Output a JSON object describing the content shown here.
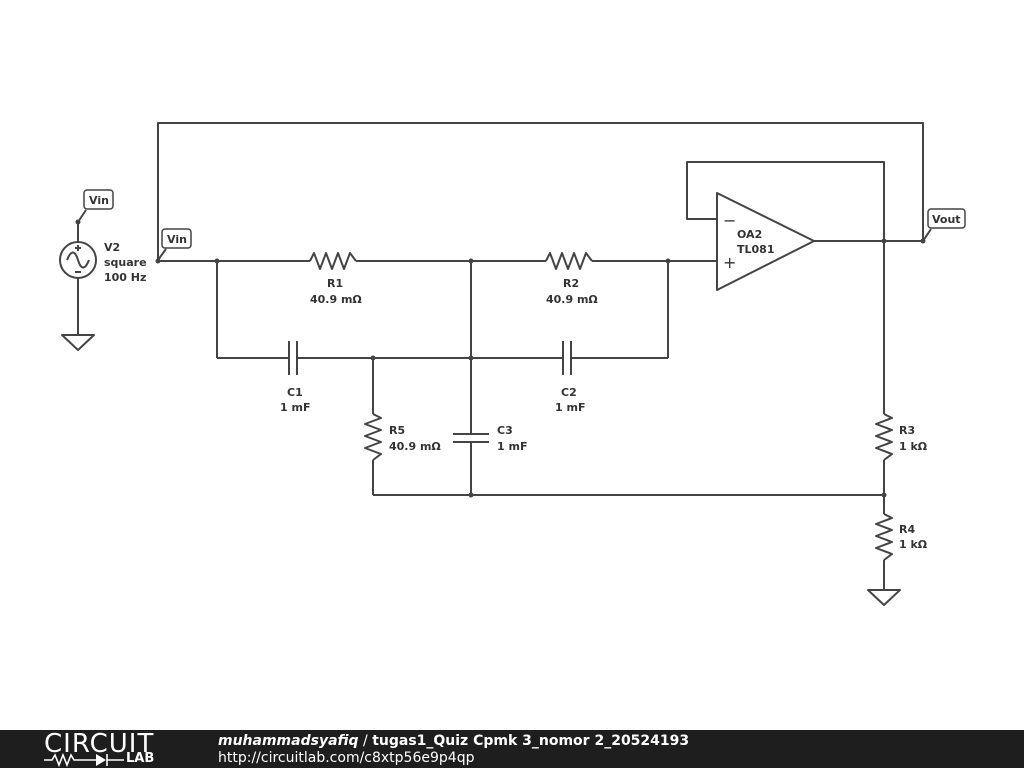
{
  "components": {
    "v2": {
      "name": "V2",
      "type": "square",
      "freq": "100 Hz"
    },
    "r1": {
      "name": "R1",
      "value": "40.9 mΩ"
    },
    "r2": {
      "name": "R2",
      "value": "40.9 mΩ"
    },
    "r3": {
      "name": "R3",
      "value": "1 kΩ"
    },
    "r4": {
      "name": "R4",
      "value": "1 kΩ"
    },
    "r5": {
      "name": "R5",
      "value": "40.9 mΩ"
    },
    "c1": {
      "name": "C1",
      "value": "1 mF"
    },
    "c2": {
      "name": "C2",
      "value": "1 mF"
    },
    "c3": {
      "name": "C3",
      "value": "1 mF"
    },
    "oa2": {
      "name": "OA2",
      "model": "TL081",
      "minus": "−",
      "plus": "+"
    }
  },
  "nets": {
    "vin_source": "Vin",
    "vin_input": "Vin",
    "vout": "Vout"
  },
  "footer": {
    "brand_top": "CIRCUIT",
    "brand_bottom": "LAB",
    "user": "muhammadsyafiq",
    "separator": " / ",
    "title": "tugas1_Quiz Cpmk 3_nomor 2_20524193",
    "url": "http://circuitlab.com/c8xtp56e9p4qp"
  }
}
